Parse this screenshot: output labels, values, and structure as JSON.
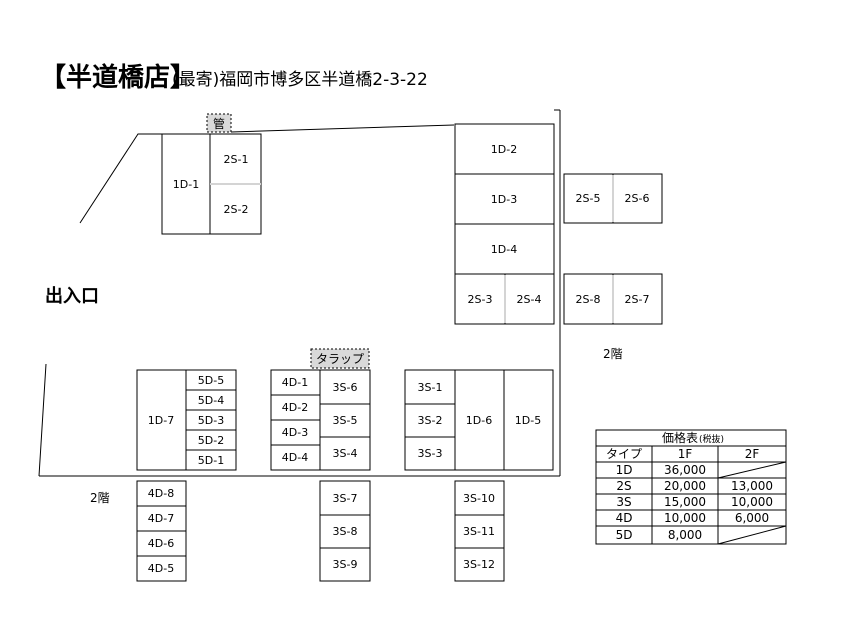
{
  "header": {
    "title": "【半道橋店】",
    "address": "(最寄)福岡市博多区半道橋2-3-22"
  },
  "labels": {
    "entrance": "出入口",
    "floor2_right": "2階",
    "floor2_left": "2階",
    "kan": "管",
    "trap": "タラップ"
  },
  "units": {
    "u1D1": "1D-1",
    "u2S1": "2S-1",
    "u2S2": "2S-2",
    "u1D2": "1D-2",
    "u1D3": "1D-3",
    "u1D4": "1D-4",
    "u2S3": "2S-3",
    "u2S4": "2S-4",
    "u2S5": "2S-5",
    "u2S6": "2S-6",
    "u2S8": "2S-8",
    "u2S7": "2S-7",
    "u1D7": "1D-7",
    "u5D5": "5D-5",
    "u5D4": "5D-4",
    "u5D3": "5D-3",
    "u5D2": "5D-2",
    "u5D1": "5D-1",
    "u4D1": "4D-1",
    "u4D2": "4D-2",
    "u4D3": "4D-3",
    "u4D4": "4D-4",
    "u3S6": "3S-6",
    "u3S5": "3S-5",
    "u3S4": "3S-4",
    "u3S1": "3S-1",
    "u3S2": "3S-2",
    "u3S3": "3S-3",
    "u1D6": "1D-6",
    "u1D5": "1D-5",
    "u4D8": "4D-8",
    "u4D7": "4D-7",
    "u4D6": "4D-6",
    "u4D5": "4D-5",
    "u3S7": "3S-7",
    "u3S8": "3S-8",
    "u3S9": "3S-9",
    "u3S10": "3S-10",
    "u3S11": "3S-11",
    "u3S12": "3S-12"
  },
  "price_table": {
    "title": "価格表",
    "title_note": "(税抜)",
    "headers": [
      "タイプ",
      "1F",
      "2F"
    ],
    "rows": [
      [
        "1D",
        "36,000",
        ""
      ],
      [
        "2S",
        "20,000",
        "13,000"
      ],
      [
        "3S",
        "15,000",
        "10,000"
      ],
      [
        "4D",
        "10,000",
        "6,000"
      ],
      [
        "5D",
        "8,000",
        ""
      ]
    ]
  }
}
